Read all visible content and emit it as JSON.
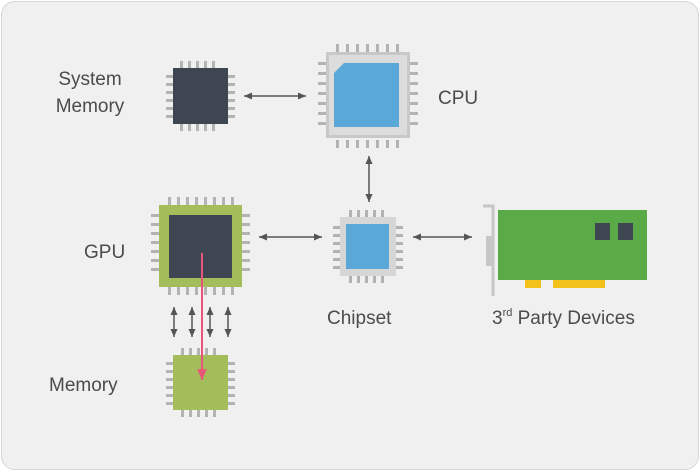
{
  "labels": {
    "system_memory_line1": "System",
    "system_memory_line2": "Memory",
    "cpu": "CPU",
    "gpu": "GPU",
    "chipset": "Chipset",
    "third_party_prefix": "3",
    "third_party_sup": "rd",
    "third_party_rest": " Party Devices",
    "memory": "Memory"
  },
  "colors": {
    "background": "#f0f0f0",
    "chip_dark": "#3e4751",
    "cpu_blue": "#5aa8d8",
    "chip_frame_gray": "#c8c8c8",
    "gpu_green": "#a2bd5a",
    "card_green": "#5aab47",
    "connector_yellow": "#f2c21b",
    "pin_gray": "#b3b3b3",
    "arrow_gray": "#555555",
    "data_path_pink": "#e8547a"
  },
  "icons": {
    "system_memory": "memory-chip-icon",
    "cpu": "cpu-chip-icon",
    "gpu": "gpu-chip-icon",
    "chipset": "chipset-chip-icon",
    "memory": "gpu-memory-chip-icon",
    "third_party": "expansion-card-icon"
  }
}
